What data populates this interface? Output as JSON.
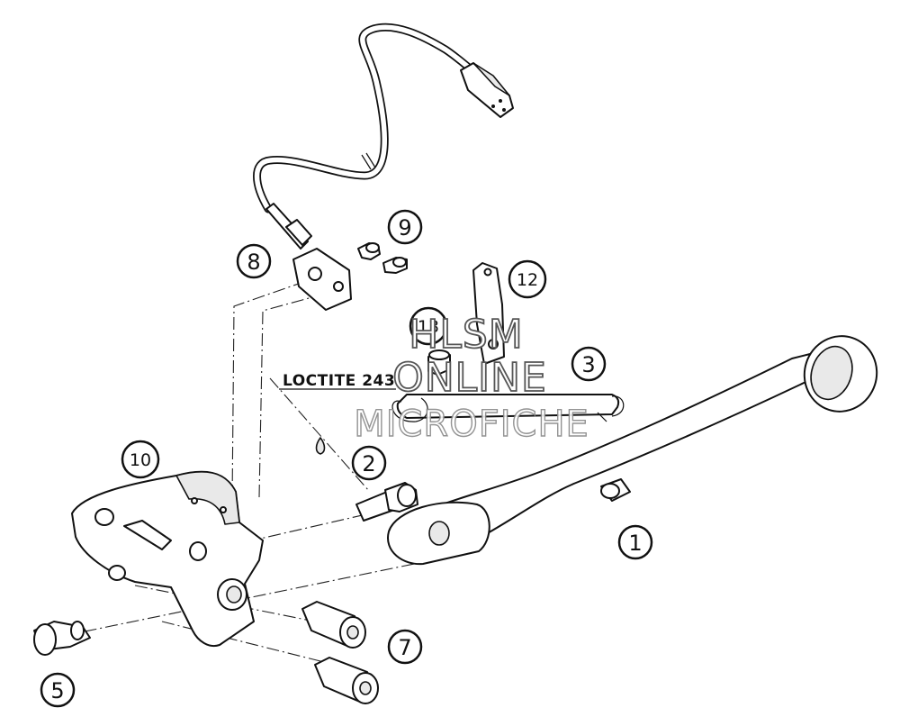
{
  "callouts": [
    {
      "id": "1",
      "label": "1"
    },
    {
      "id": "2",
      "label": "2"
    },
    {
      "id": "3",
      "label": "3"
    },
    {
      "id": "5",
      "label": "5"
    },
    {
      "id": "7",
      "label": "7"
    },
    {
      "id": "8",
      "label": "8"
    },
    {
      "id": "9",
      "label": "9"
    },
    {
      "id": "10",
      "label": "10"
    },
    {
      "id": "12",
      "label": "12"
    },
    {
      "id": "13",
      "label": "13"
    }
  ],
  "note": {
    "text": "LOCTITE 243"
  },
  "watermark": {
    "line1": "HLSM",
    "line2": "ONLINE",
    "line3": "MICROFICHE"
  },
  "colors": {
    "ink": "#111111",
    "background": "#ffffff",
    "watermark_stroke": "#555555"
  }
}
